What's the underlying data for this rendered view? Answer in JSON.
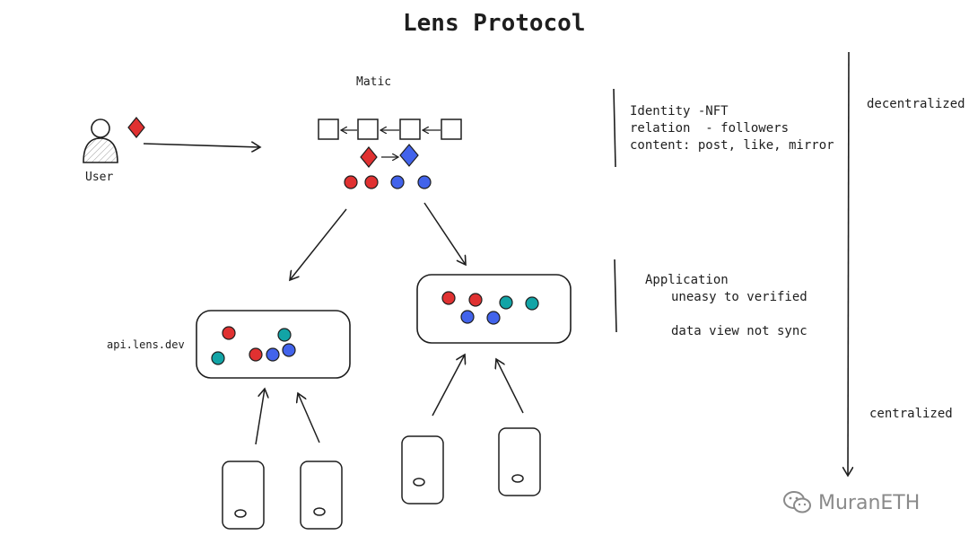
{
  "title": "Lens Protocol",
  "chain_label": "Matic",
  "user_label": "User",
  "api_label": "api.lens.dev",
  "chain_notes": [
    "Identity -NFT",
    "relation  - followers",
    "content: post, like, mirror"
  ],
  "application_notes": {
    "heading": "Application",
    "line1": "uneasy to verified",
    "line2": "data view not sync"
  },
  "axis": {
    "top": "decentralized",
    "bottom": "centralized"
  },
  "watermark": "MuranETH",
  "colors": {
    "red": "#e03131",
    "blue": "#4263eb",
    "teal": "#12a4a6",
    "ink": "#1e1e1e",
    "hatch": "#9a9a9a"
  },
  "icons": [
    "user-icon",
    "diamond-icon",
    "wechat-icon"
  ]
}
